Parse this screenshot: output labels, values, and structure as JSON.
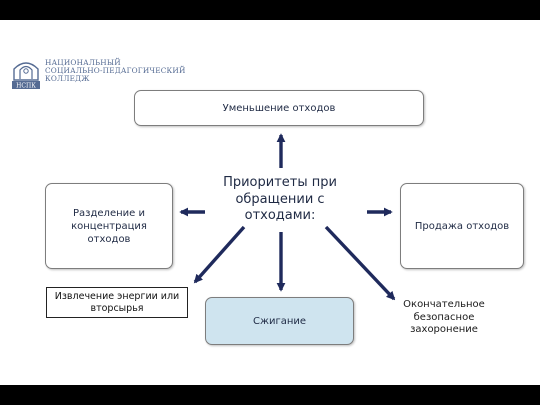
{
  "logo": {
    "badge_label": "НСПК",
    "lines": [
      "НАЦИОНАЛЬНЫЙ",
      "СОЦИАЛЬНО-ПЕДАГОГИЧЕСКИЙ",
      "КОЛЛЕДЖ"
    ]
  },
  "diagram": {
    "center": "Приоритеты при обращении с отходами:",
    "nodes": {
      "reduce": "Уменьшение отходов",
      "separation": "Разделение и концентрация отходов",
      "sale": "Продажа отходов",
      "energy": "Извлечение энергии или вторсырья",
      "incineration": "Сжигание",
      "landfill": "Окончательное безопасное захоронение"
    }
  },
  "colors": {
    "arrow": "#1f2a5c",
    "text": "#1f2a44",
    "incineration_fill": "#cfe4ef",
    "logo": "#556b93",
    "band": "#000000"
  }
}
